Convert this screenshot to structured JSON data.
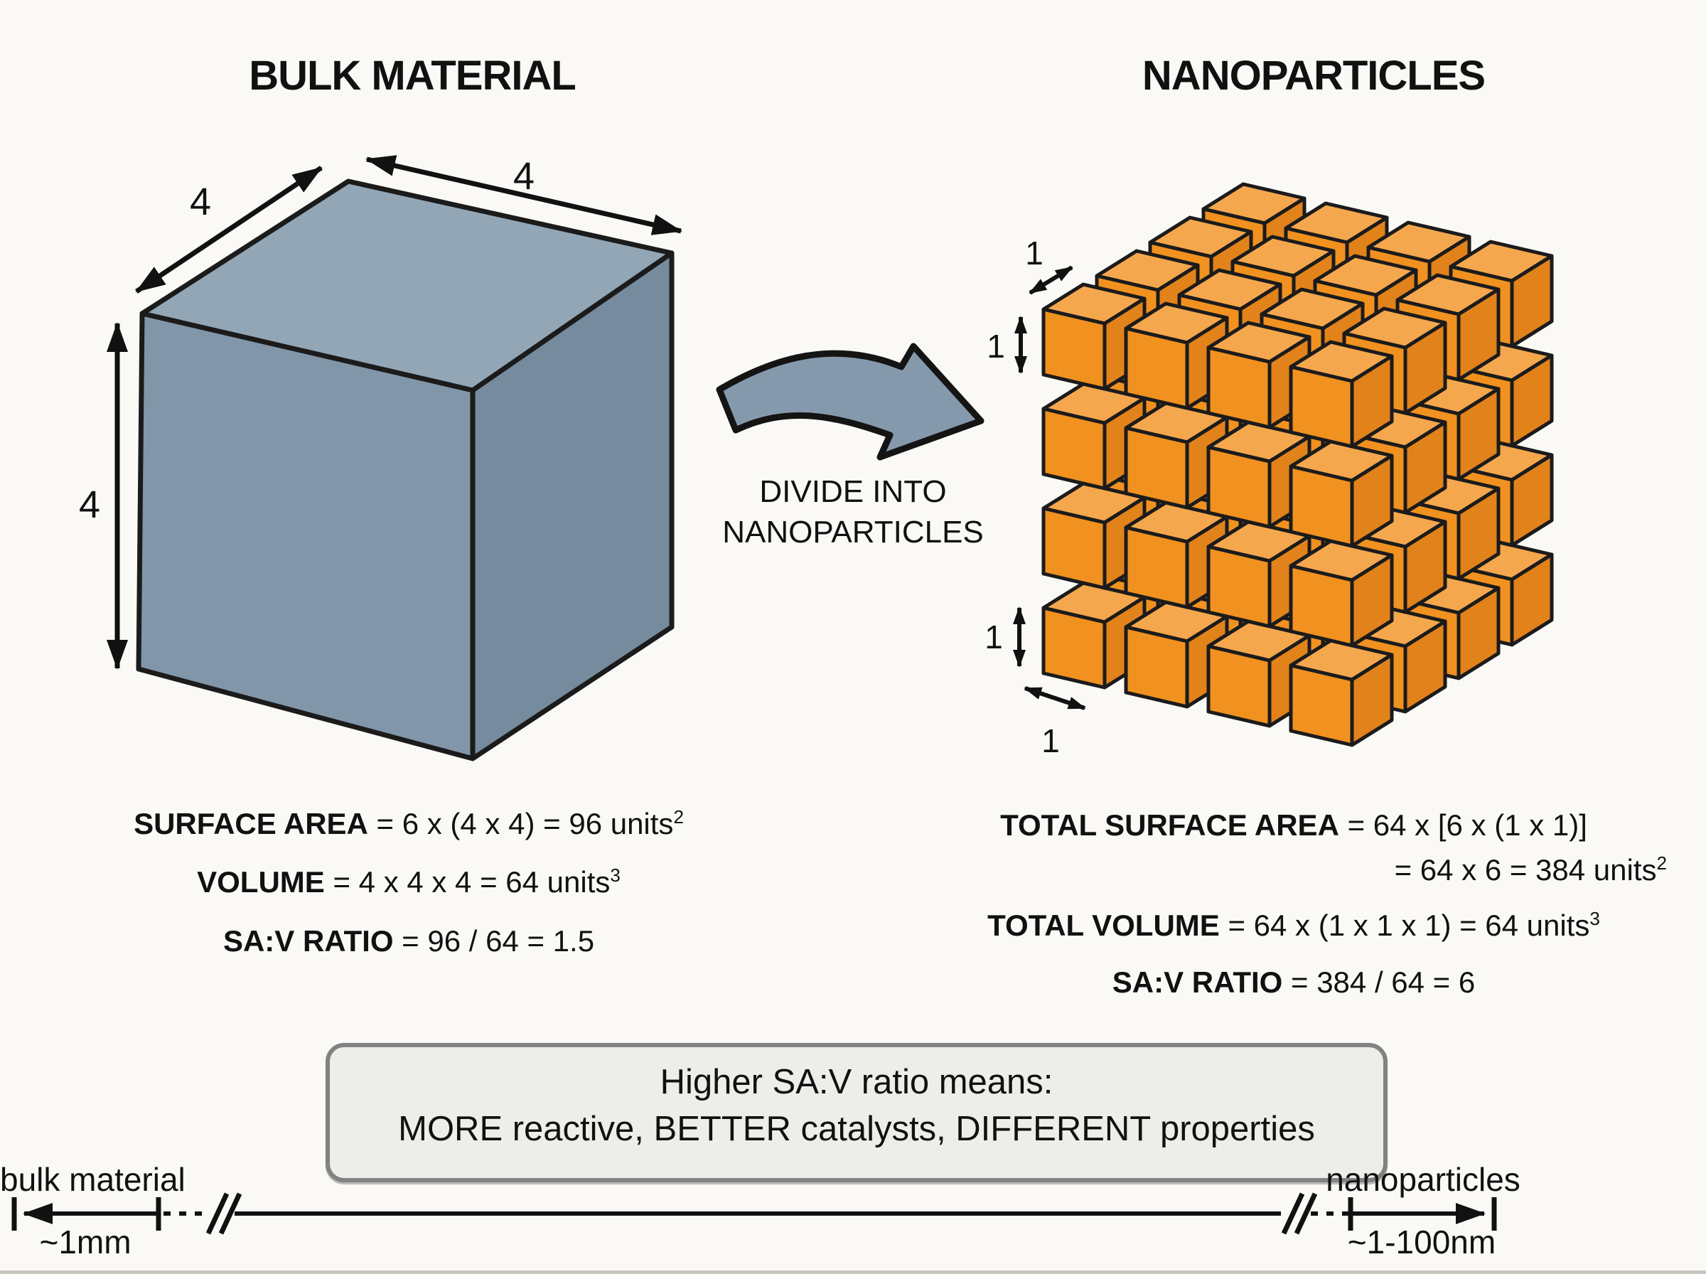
{
  "titles": {
    "left": "BULK MATERIAL",
    "right": "NANOPARTICLES"
  },
  "bulk": {
    "dim_labels": [
      "4",
      "4",
      "4"
    ],
    "formulas": [
      {
        "label": "SURFACE AREA",
        "rest": " = 6 x (4 x 4) = 96 units",
        "sup": "2"
      },
      {
        "label": "VOLUME",
        "rest": " = 4 x 4 x 4 = 64 units",
        "sup": "3"
      },
      {
        "label": "SA:V RATIO",
        "rest": " = 96 / 64 = 1.5",
        "sup": ""
      }
    ]
  },
  "divide": {
    "line1": "DIVIDE INTO",
    "line2": "NANOPARTICLES"
  },
  "nano": {
    "dim_labels": [
      "1",
      "1",
      "1",
      "1"
    ],
    "formulas": [
      {
        "label": "TOTAL SURFACE AREA",
        "rest": " = 64 x [6 x (1 x 1)]",
        "sup": ""
      },
      {
        "label": "",
        "rest": "= 64 x 6 = 384 units",
        "sup": "2"
      },
      {
        "label": "TOTAL VOLUME",
        "rest": " = 64 x (1 x 1 x 1) = 64 units",
        "sup": "3"
      },
      {
        "label": "SA:V RATIO",
        "rest": " = 384 / 64 = 6",
        "sup": ""
      }
    ]
  },
  "summary": {
    "line1": "Higher SA:V ratio means:",
    "line2": "MORE reactive, BETTER catalysts, DIFFERENT properties"
  },
  "scale": {
    "left_label": "bulk material",
    "left_value": "~1mm",
    "right_label": "nanoparticles",
    "right_value": "~1-100nm"
  },
  "colors": {
    "bulk_top": "#92a6b6",
    "bulk_front": "#8296a9",
    "bulk_right": "#778b9e",
    "nano_top": "#f5a74e",
    "nano_front": "#f19120",
    "nano_right": "#e2821b",
    "arrow_fill": "#8599ac",
    "outline": "#1b1b1b",
    "box_border": "#828282",
    "box_bg": "#ededea",
    "background": "#faf9f6",
    "text": "#111111"
  }
}
